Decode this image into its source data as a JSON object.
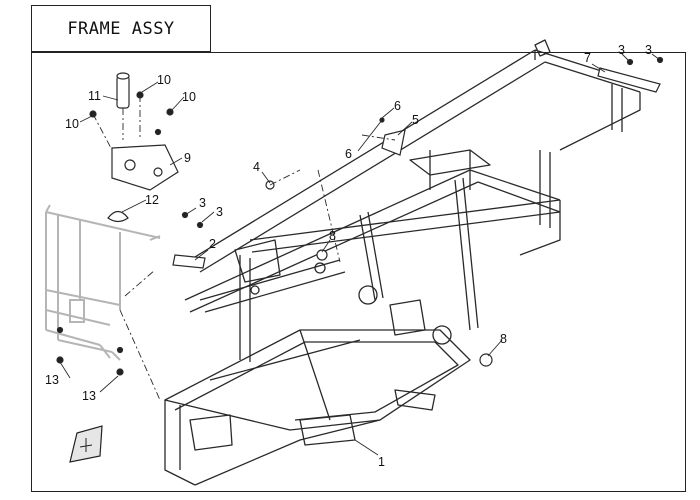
{
  "title": "FRAME ASSY",
  "callouts": [
    {
      "id": "c1",
      "label": "1"
    },
    {
      "id": "c2",
      "label": "2"
    },
    {
      "id": "c3a",
      "label": "3"
    },
    {
      "id": "c3b",
      "label": "3"
    },
    {
      "id": "c3c",
      "label": "3"
    },
    {
      "id": "c3d",
      "label": "3"
    },
    {
      "id": "c4",
      "label": "4"
    },
    {
      "id": "c5",
      "label": "5"
    },
    {
      "id": "c6a",
      "label": "6"
    },
    {
      "id": "c6b",
      "label": "6"
    },
    {
      "id": "c7",
      "label": "7"
    },
    {
      "id": "c8a",
      "label": "8"
    },
    {
      "id": "c8b",
      "label": "8"
    },
    {
      "id": "c9",
      "label": "9"
    },
    {
      "id": "c10a",
      "label": "10"
    },
    {
      "id": "c10b",
      "label": "10"
    },
    {
      "id": "c10c",
      "label": "10"
    },
    {
      "id": "c11",
      "label": "11"
    },
    {
      "id": "c12",
      "label": "12"
    },
    {
      "id": "c13a",
      "label": "13"
    },
    {
      "id": "c13b",
      "label": "13"
    }
  ],
  "colors": {
    "line": "#2a2a2a",
    "ghost": "#b5b5b5",
    "fill": "#ffffff"
  }
}
